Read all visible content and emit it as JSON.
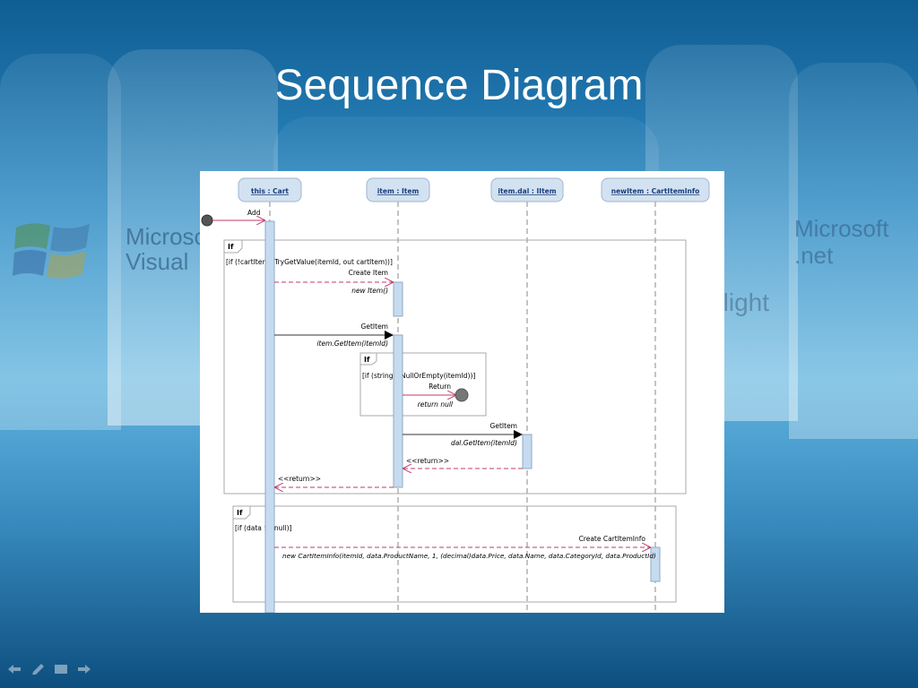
{
  "slide": {
    "title": "Sequence Diagram"
  },
  "background": {
    "text_left": "Microsoft Visual",
    "text_right": "Microsoft .net",
    "text_mid": "Silverlight"
  },
  "lifelines": [
    {
      "label": "this : Cart"
    },
    {
      "label": "item : Item"
    },
    {
      "label": "item.dal : IItem"
    },
    {
      "label": "newItem : CartItemInfo"
    }
  ],
  "messages": {
    "add": "Add",
    "create_item": "Create Item",
    "new_item": "new Item()",
    "get_item_1": "GetItem",
    "item_get_item": "item.GetItem(itemId)",
    "return": "Return",
    "return_null": "return null",
    "get_item_2": "GetItem",
    "dal_get_item": "dal.GetItem(itemId)",
    "return_inner": "<<return>>",
    "return_outer": "<<return>>",
    "create_cart_item_info": "Create CartItemInfo",
    "new_cart_item_info": "new CartItemInfo(itemId, data.ProductName, 1, (decimal)data.Price, data.Name, data.CategoryId, data.ProductId)"
  },
  "fragments": {
    "if_label": "If",
    "outer_guard": "[if (!cartItems.TryGetValue(itemId, out cartItem))]",
    "inner_guard": "[if (string.IsNullOrEmpty(itemId))]",
    "bottom_guard": "[if (data != null)]"
  },
  "colors": {
    "lifeline_head": "#d3e2f1",
    "activation": "#c6dbef",
    "accent": "#1a3d7c"
  },
  "nav_icons": [
    "back-icon",
    "pen-icon",
    "menu-icon",
    "forward-icon"
  ]
}
